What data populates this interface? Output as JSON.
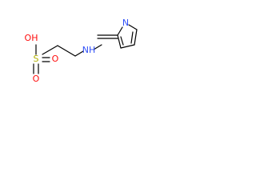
{
  "molecule": {
    "atoms": {
      "oh": "OH",
      "s": "S",
      "o_lower_left": "O",
      "o_lower_right": "O",
      "nh": "NH",
      "n_ring": "N"
    },
    "colors": {
      "bond": "#000000",
      "oxygen": "#ff0d0d",
      "sulfur": "#b2b200",
      "nitrogen": "#3050f8"
    }
  }
}
